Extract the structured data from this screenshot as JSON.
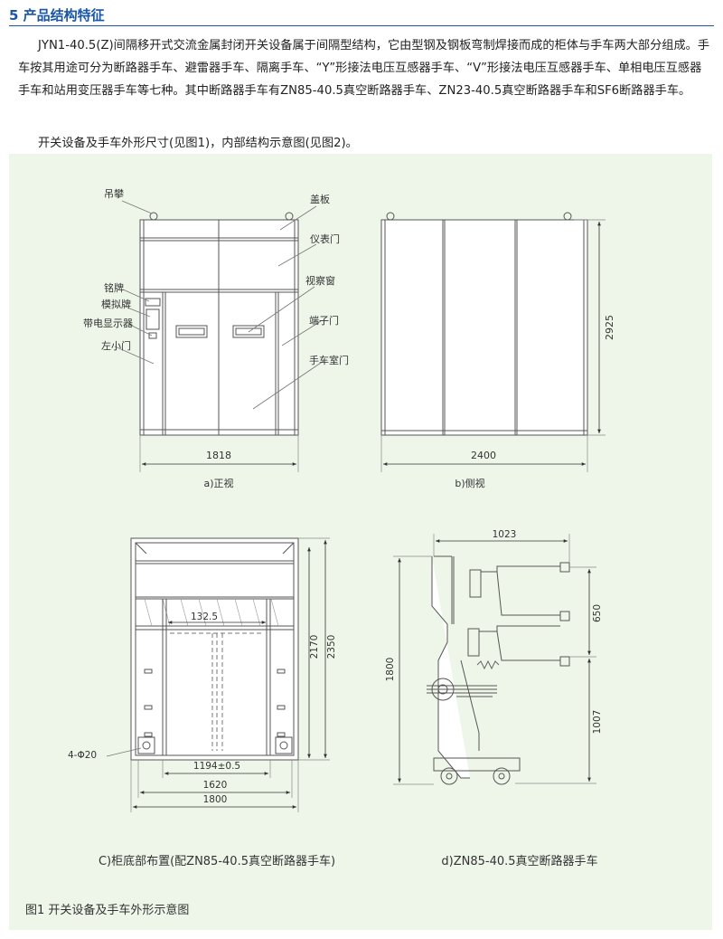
{
  "section": {
    "number": "5",
    "title": "产品结构特征"
  },
  "paragraphs": [
    "JYN1-40.5(Z)间隔移开式交流金属封闭开关设备属于间隔型结构，它由型钢及钢板弯制焊接而成的柜体与手车两大部分组成。手车按其用途可分为断路器手车、避雷器手车、隔离手车、“Y”形接法电压互感器手车、“V”形接法电压互感器手车、单相电压互感器手车和站用变压器手车等七种。其中断路器手车有ZN85-40.5真空断路器手车、ZN23-40.5真空断路器手车和SF6断路器手车。",
    "开关设备及手车外形尺寸(见图1)，内部结构示意图(见图2)。"
  ],
  "figure": {
    "caption": "图1  开关设备及手车外形示意图",
    "front": {
      "caption": "a)正视",
      "width_dim": "1818",
      "labels": {
        "lifting": "吊攀",
        "cover": "盖板",
        "meter_door": "仪表门",
        "nameplate": "铭牌",
        "view_window": "视察窗",
        "mimic": "模拟牌",
        "indicator": "带电显示器",
        "terminal_door": "端子门",
        "left_door": "左小门",
        "cart_door": "手车室门"
      }
    },
    "side": {
      "caption": "b)侧视",
      "width_dim": "2400",
      "height_dim": "2925"
    },
    "bottom": {
      "caption": "C)柜底部布置(配ZN85-40.5真空断路器手车)",
      "dims": {
        "inner": "132.5",
        "h1": "2170",
        "h2": "2350",
        "hole": "4-Φ20",
        "w1": "1194±0.5",
        "w2": "1620",
        "w3": "1800"
      }
    },
    "cart": {
      "caption": "d)ZN85-40.5真空断路器手车",
      "dims": {
        "top": "1023",
        "upper": "650",
        "lower": "1007",
        "height": "1800"
      }
    }
  }
}
